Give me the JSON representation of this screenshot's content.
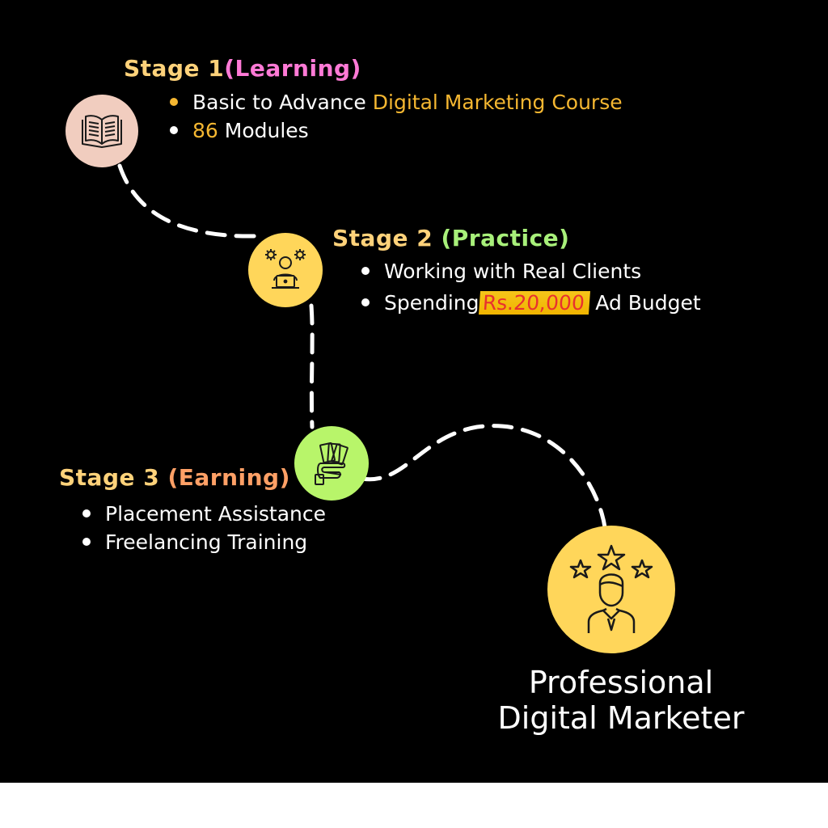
{
  "colors": {
    "background": "#000000",
    "stage_title": "#ffd27a",
    "learning": "#ff7ad6",
    "practice": "#a8f07a",
    "earning": "#ffa066",
    "accent_yellow": "#f5b731",
    "node_book": "#f1cdbf",
    "node_practice": "#ffd65a",
    "node_earning": "#b8f56a",
    "node_destination": "#ffd65a"
  },
  "icons": {
    "stage1": "open-book-icon",
    "stage2": "person-laptop-gears-icon",
    "stage3": "hand-holding-money-icon",
    "destination": "professional-stars-icon"
  },
  "stage1": {
    "title_prefix": "Stage 1",
    "title_suffix": "(Learning)",
    "bullet1_prefix": "Basic to Advance ",
    "bullet1_highlight": "Digital Marketing Course",
    "bullet2_highlight": "86",
    "bullet2_suffix": " Modules"
  },
  "stage2": {
    "title_prefix": "Stage 2 ",
    "title_suffix": "(Practice)",
    "bullet1": "Working with Real Clients",
    "bullet2_prefix": "Spending",
    "bullet2_highlight": "Rs.20,000",
    "bullet2_suffix": " Ad Budget"
  },
  "stage3": {
    "title_prefix": "Stage 3 ",
    "title_suffix": "(Earning)",
    "bullet1": "Placement Assistance",
    "bullet2": "Freelancing Training"
  },
  "destination": {
    "line1": "Professional",
    "line2": "Digital Marketer"
  }
}
